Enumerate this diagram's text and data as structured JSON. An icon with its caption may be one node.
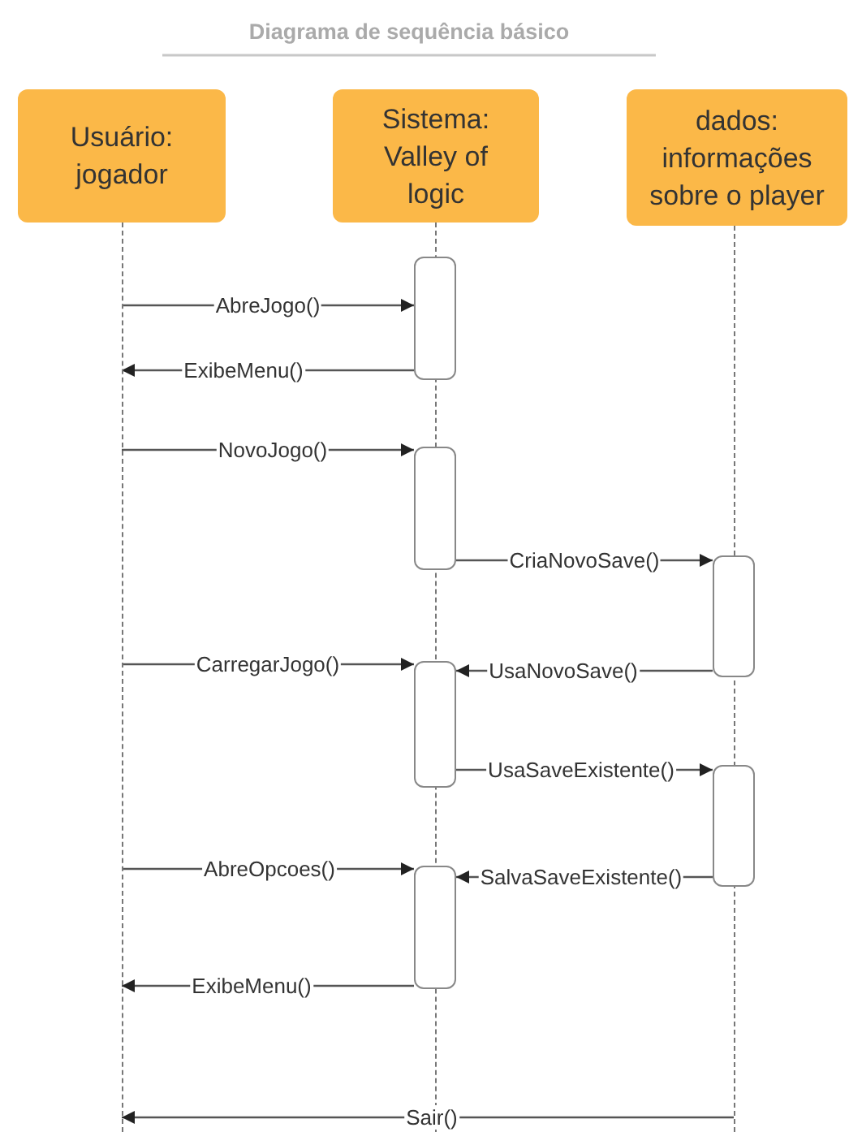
{
  "diagram": {
    "title": "Diagrama de sequência básico",
    "nodes": [
      {
        "text": [
          "Usuário: jogador"
        ]
      },
      {
        "text": [
          "Sistema: Valley of logic"
        ]
      },
      {
        "text": [
          "dados: informações sobre o player"
        ]
      },
      {
        "text": [],
        "shape": "line"
      },
      {
        "text": [],
        "shape": "line"
      },
      {
        "text": [],
        "shape": "line"
      },
      {
        "text": [],
        "shape": "box"
      },
      {
        "text": [],
        "shape": "box"
      },
      {
        "text": [],
        "shape": "box"
      },
      {
        "text": [],
        "shape": "box"
      },
      {
        "text": [],
        "shape": "box"
      },
      {
        "text": [],
        "shape": "box"
      }
    ],
    "edges": [
      {
        "from": 3,
        "to": 6,
        "arrow": "to",
        "label": "AbreJogo()"
      },
      {
        "from": 6,
        "to": 3,
        "arrow": "to",
        "label": "ExibeMenu()"
      },
      {
        "from": 3,
        "to": 7,
        "arrow": "to",
        "label": "NovoJogo()"
      },
      {
        "from": 7,
        "to": 8,
        "arrow": "to",
        "label": "CriaNovoSave()"
      },
      {
        "from": 3,
        "to": 9,
        "arrow": "to",
        "label": "CarregarJogo()"
      },
      {
        "from": 8,
        "to": 9,
        "arrow": "to",
        "label": "UsaNovoSave()"
      },
      {
        "from": 9,
        "to": 10,
        "arrow": "to",
        "label": "UsaSaveExistente()"
      },
      {
        "from": 3,
        "to": 11,
        "arrow": "to",
        "label": "AbreOpcoes()"
      },
      {
        "from": 10,
        "to": 11,
        "arrow": "to",
        "label": "SalvaSaveExistente()"
      },
      {
        "from": 11,
        "to": 3,
        "arrow": "to",
        "label": "ExibeMenu()"
      },
      {
        "from": 5,
        "to": 3,
        "arrow": "to",
        "label": "Sair()"
      }
    ]
  }
}
